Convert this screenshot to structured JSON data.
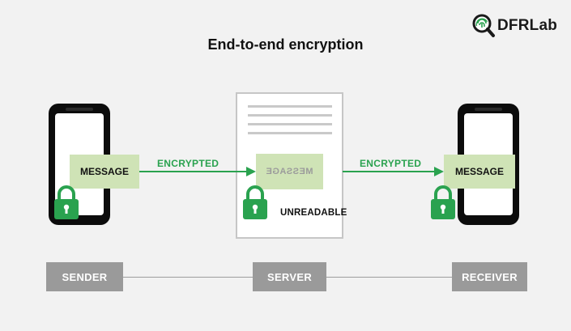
{
  "header": {
    "logo_text": "DFRLab",
    "title": "End-to-end encryption"
  },
  "diagram": {
    "sender_message": "MESSAGE",
    "server_message": "MESSAGE",
    "receiver_message": "MESSAGE",
    "arrow_label_left": "ENCRYPTED",
    "arrow_label_right": "ENCRYPTED",
    "server_note": "UNREADABLE"
  },
  "nodes": {
    "sender": "SENDER",
    "server": "SERVER",
    "receiver": "RECEIVER"
  },
  "colors": {
    "accent_green": "#2aa24f",
    "message_fill": "#cfe3b6",
    "node_fill": "#9a9a9a",
    "background": "#f2f2f2"
  },
  "icons": [
    "magnifier-fingerprint-icon",
    "padlock-icon",
    "arrow-right-icon",
    "smartphone-icon",
    "document-icon"
  ]
}
